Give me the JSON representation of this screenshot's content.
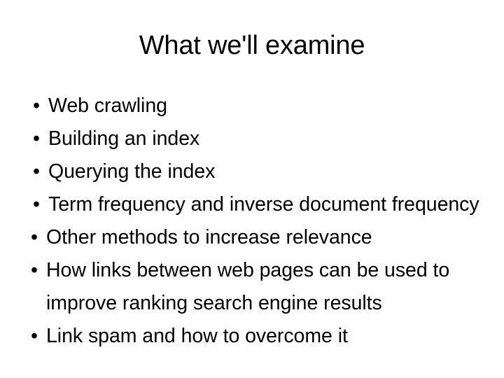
{
  "slide": {
    "background_color": "#ffffff",
    "text_color": "#000000",
    "title": "What we'll examine",
    "bullet_glyph": "•",
    "bullets": [
      {
        "text": "Web crawling",
        "wraps": false
      },
      {
        "text": "Building an index",
        "wraps": false
      },
      {
        "text": "Querying the index",
        "wraps": false
      },
      {
        "text": "Term frequency and inverse document frequency",
        "wraps": true
      },
      {
        "text": "Other methods to increase relevance",
        "wraps": false
      },
      {
        "text": "How links between web pages can be used to improve ranking search engine results",
        "wraps": true
      },
      {
        "text": "Link spam and how to overcome it",
        "wraps": false
      }
    ]
  }
}
